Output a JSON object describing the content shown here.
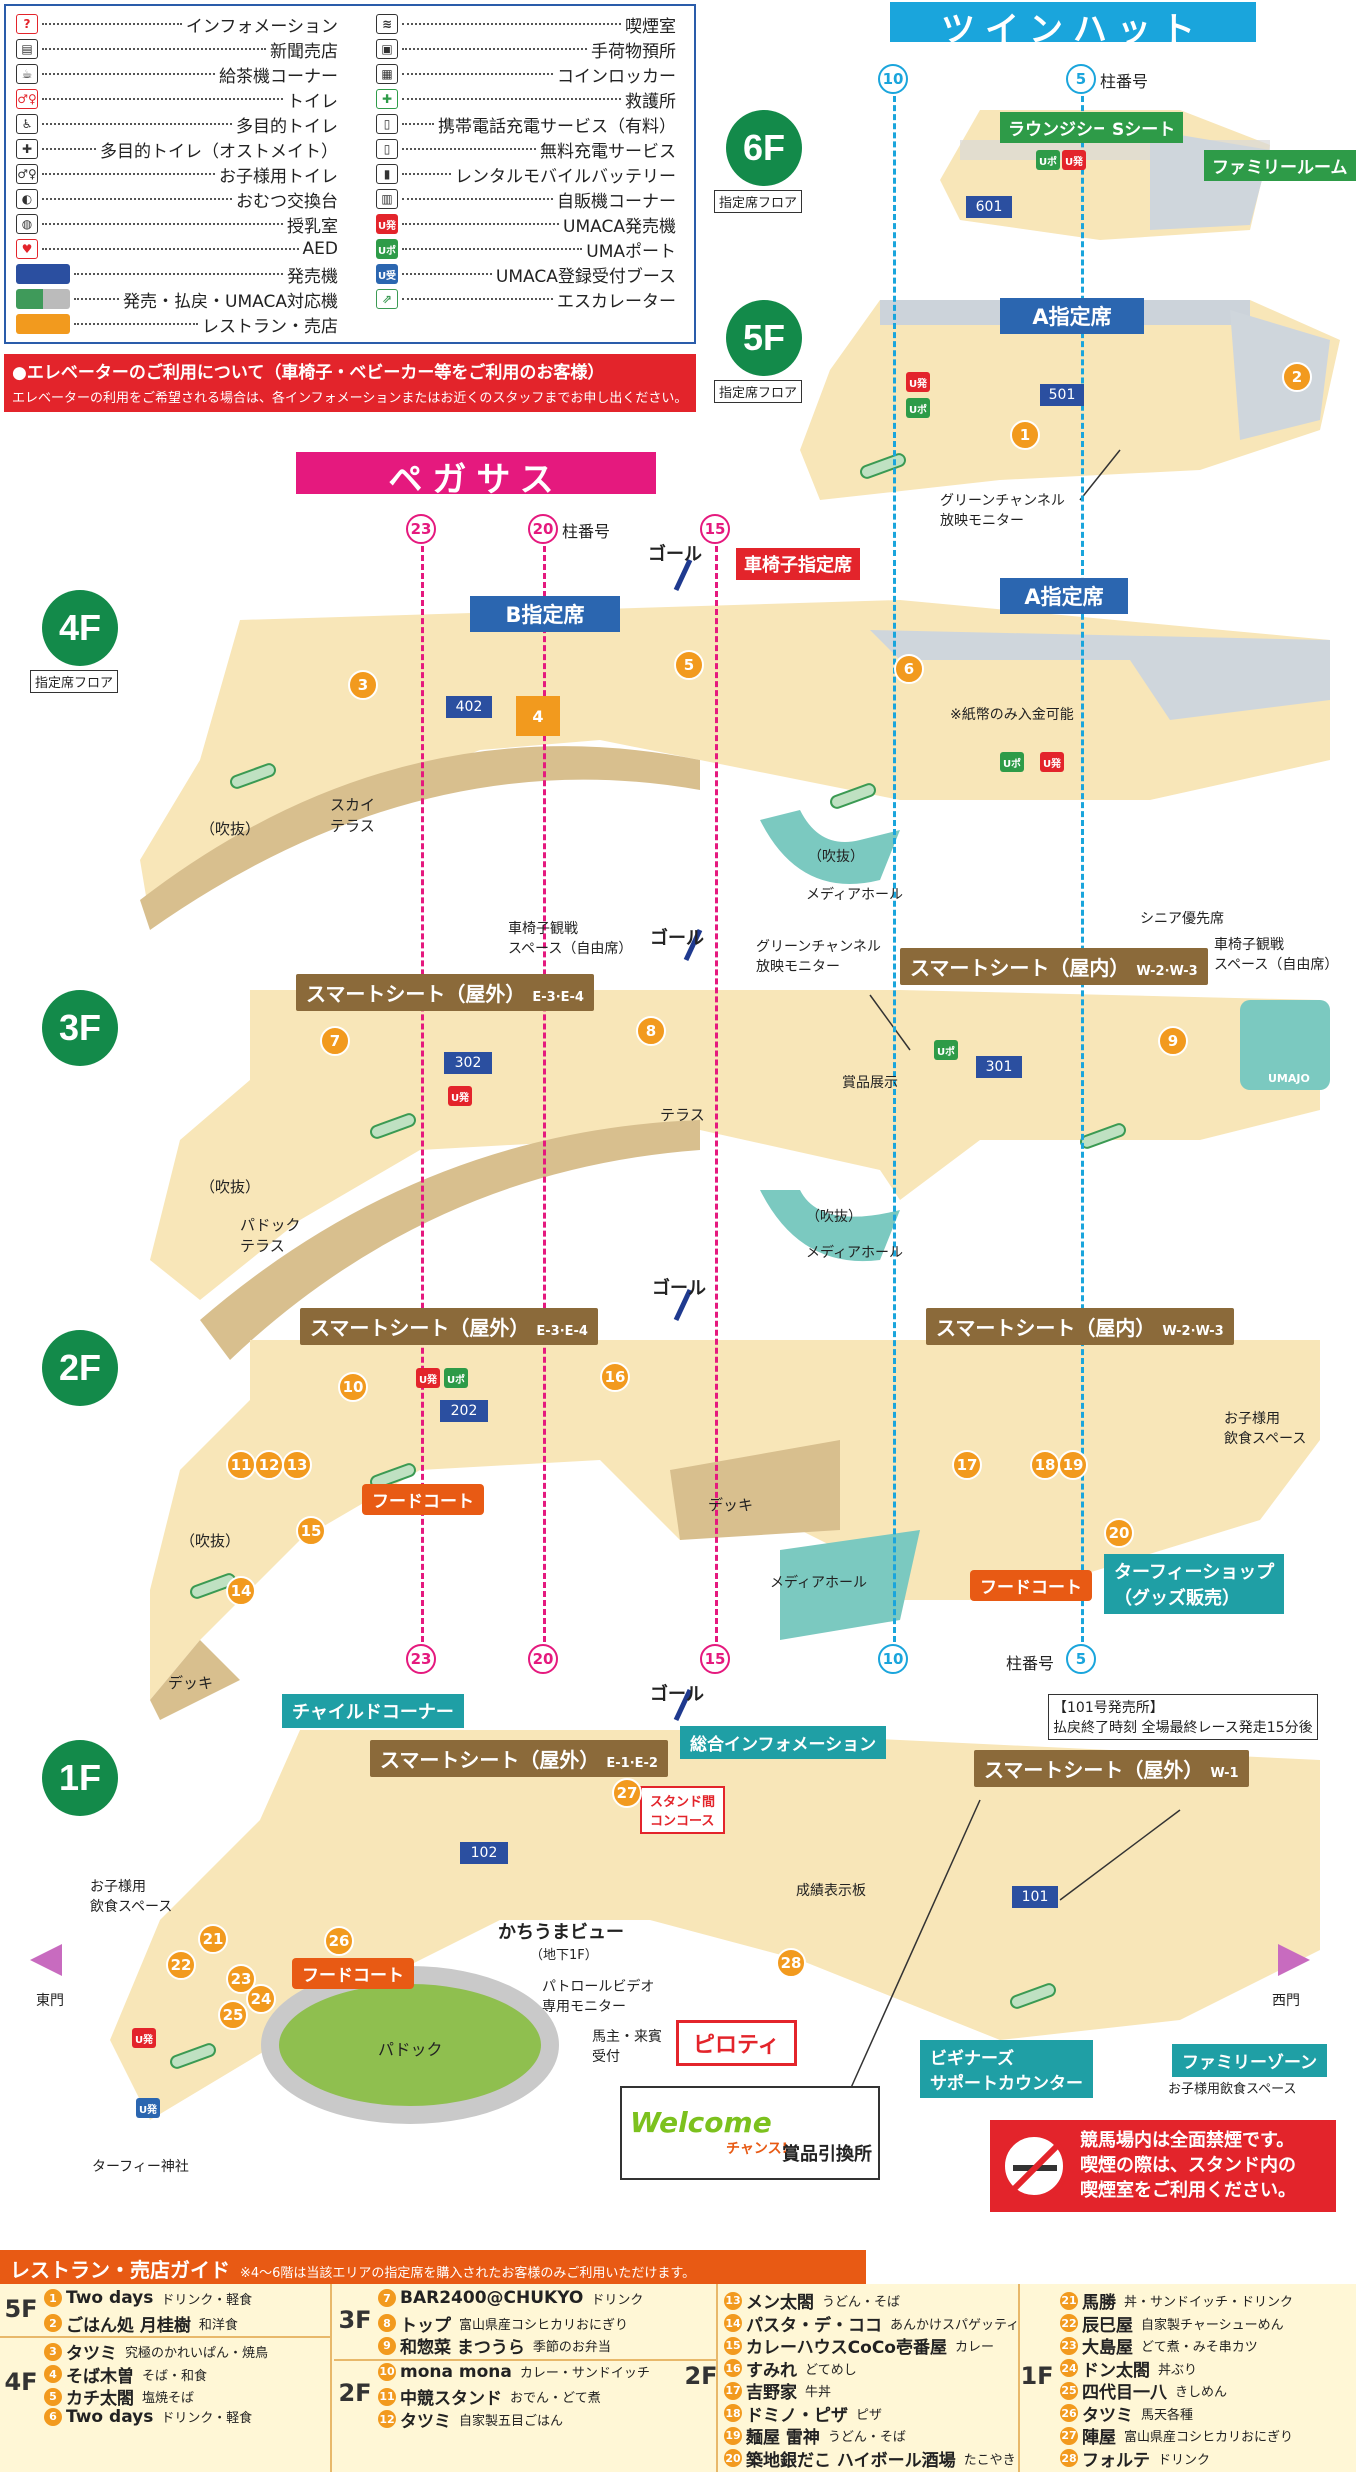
{
  "legend": {
    "left": [
      {
        "icon": "info-icon",
        "label": "インフォメーション"
      },
      {
        "icon": "newsstand-icon",
        "label": "新聞売店"
      },
      {
        "icon": "tea-icon",
        "label": "給茶機コーナー"
      },
      {
        "icon": "toilet-icon",
        "label": "トイレ"
      },
      {
        "icon": "wheelchair-icon",
        "label": "多目的トイレ"
      },
      {
        "icon": "ostomate-icon",
        "label": "多目的トイレ（オストメイト）"
      },
      {
        "icon": "kids-toilet-icon",
        "label": "お子様用トイレ"
      },
      {
        "icon": "diaper-icon",
        "label": "おむつ交換台"
      },
      {
        "icon": "nursing-icon",
        "label": "授乳室"
      },
      {
        "icon": "aed-icon",
        "label": "AED"
      },
      {
        "icon": "ticket-machine-swatch",
        "label": "発売機"
      },
      {
        "icon": "payout-swatch",
        "label": "発売・払戻・UMACA対応機"
      },
      {
        "icon": "restaurant-swatch",
        "label": "レストラン・売店"
      }
    ],
    "right": [
      {
        "icon": "smoking-icon",
        "label": "喫煙室"
      },
      {
        "icon": "baggage-icon",
        "label": "手荷物預所"
      },
      {
        "icon": "locker-icon",
        "label": "コインロッカー"
      },
      {
        "icon": "first-aid-icon",
        "label": "救護所"
      },
      {
        "icon": "charge-paid-icon",
        "label": "携帯電話充電サービス（有料）"
      },
      {
        "icon": "charge-free-icon",
        "label": "無料充電サービス"
      },
      {
        "icon": "battery-rental-icon",
        "label": "レンタルモバイルバッテリー"
      },
      {
        "icon": "vending-icon",
        "label": "自販機コーナー"
      },
      {
        "icon": "umaca-machine-icon",
        "label": "UMACA発売機"
      },
      {
        "icon": "uma-port-icon",
        "label": "UMAポート"
      },
      {
        "icon": "umaca-booth-icon",
        "label": "UMACA登録受付ブース"
      },
      {
        "icon": "escalator-icon",
        "label": "エスカレーター"
      }
    ],
    "colors": {
      "ticket": "#2b4fa0",
      "payout_a": "#3f9a5a",
      "payout_b": "#bbbbbb",
      "restaurant": "#f29a1e"
    }
  },
  "elevator_note": {
    "title": "●エレベーターのご利用について（車椅子・ベビーカー等をご利用のお客様）",
    "body": "エレベーターの利用をご希望される場合は、各インフォメーションまたはお近くのスタッフまでお申し出ください。"
  },
  "zones": {
    "twin": "ツインハット",
    "pegasus": "ペガサス"
  },
  "pillar_label": "柱番号",
  "pillars": {
    "p10": "10",
    "p5": "5",
    "p23": "23",
    "p20": "20",
    "p15": "15"
  },
  "floors": {
    "f6": {
      "badge": "6F",
      "sub": "指定席フロア",
      "rooms": [
        "ラウンジシート",
        "Sシート",
        "ファミリールーム"
      ],
      "machine": "601"
    },
    "f5": {
      "badge": "5F",
      "sub": "指定席フロア",
      "header": "A指定席",
      "machine": "501",
      "monitor": "グリーンチャンネル\n放映モニター",
      "shops": [
        "1",
        "2"
      ]
    },
    "f4": {
      "badge": "4F",
      "sub": "指定席フロア",
      "header_b": "B指定席",
      "header_a": "A指定席",
      "wheelchair": "車椅子指定席",
      "goal": "ゴール",
      "note": "※紙幣のみ入金可能",
      "sky": "スカイ\nテラス",
      "void": "（吹抜）",
      "media": "メディアホール",
      "machine": "402",
      "shops": [
        "3",
        "4",
        "5",
        "6"
      ]
    },
    "f3": {
      "badge": "3F",
      "smart_out": "スマートシート（屋外）",
      "smart_out_sub": "E-3·E-4",
      "smart_in": "スマートシート（屋内）",
      "smart_in_sub": "W-2·W-3",
      "goal": "ゴール",
      "wheel_space": "車椅子観戦\nスペース（自由席）",
      "wheel_space2": "車椅子観戦\nスペース（自由席）",
      "senior": "シニア優先席",
      "monitor": "グリーンチャンネル\n放映モニター",
      "prize": "賞品展示",
      "terrace": "テラス",
      "paddock_terrace": "パドック\nテラス",
      "void": "（吹抜）",
      "void2": "（吹抜）",
      "media": "メディアホール",
      "umajo": "UMAJO",
      "machines": [
        "302",
        "301"
      ],
      "shops": [
        "7",
        "8",
        "9"
      ]
    },
    "f2": {
      "badge": "2F",
      "smart_out": "スマートシート（屋外）",
      "smart_out_sub": "E-3·E-4",
      "smart_in": "スマートシート（屋内）",
      "smart_in_sub": "W-2·W-3",
      "goal": "ゴール",
      "food": "フードコート",
      "food2": "フードコート",
      "deck": "デッキ",
      "deck2": "デッキ",
      "void": "（吹抜）",
      "media": "メディアホール",
      "kids_food": "お子様用\n飲食スペース",
      "turfy": "ターフィーショップ\n（グッズ販売）",
      "machine": "202",
      "shops": [
        "10",
        "11",
        "12",
        "13",
        "14",
        "15",
        "16",
        "17",
        "18",
        "19",
        "20"
      ]
    },
    "f1": {
      "badge": "1F",
      "kids_corner": "チャイルドコーナー",
      "smart_out": "スマートシート（屋外）",
      "smart_out_sub": "E-1·E-2",
      "smart_w": "スマートシート（屋外）",
      "smart_w_sub": "W-1",
      "goal": "ゴール",
      "info": "総合インフォメーション",
      "stand": "スタンド間\nコンコース",
      "kachi": "かちうまビュー",
      "kachi_sub": "（地下1F）",
      "patrol": "パトロールビデオ\n専用モニター",
      "owner": "馬主・来賓\n受付",
      "piloti": "ピロティ",
      "results": "成績表示板",
      "kids_food": "お子様用\n飲食スペース",
      "food": "フードコート",
      "paddock": "パドック",
      "east": "東門",
      "west": "西門",
      "shrine": "ターフィー神社",
      "beginner": "ビギナーズ\nサポートカウンター",
      "family": "ファミリーゾーン",
      "family_sub": "お子様用飲食スペース",
      "sale101": "【101号発売所】\n払戻終了時刻 全場最終レース発走15分後",
      "welcome": "Welcome",
      "welcome_sub": "チャンス!",
      "prize": "賞品引換所",
      "machines": [
        "102",
        "101"
      ],
      "shops": [
        "21",
        "22",
        "23",
        "24",
        "25",
        "26",
        "27",
        "28"
      ]
    }
  },
  "nosmoke": {
    "text": "競馬場内は全面禁煙です。\n喫煙の際は、スタンド内の\n喫煙室をご利用ください。"
  },
  "guide": {
    "title": "レストラン・売店ガイド",
    "note": "※4～6階は当該エリアの指定席を購入されたお客様のみご利用いただけます。",
    "groups": [
      {
        "floor": "5F",
        "items": [
          {
            "n": "1",
            "name": "Two days",
            "desc": "ドリンク・軽食"
          },
          {
            "n": "2",
            "name": "ごはん処 月桂樹",
            "desc": "和洋食"
          }
        ]
      },
      {
        "floor": "4F",
        "items": [
          {
            "n": "3",
            "name": "タツミ",
            "desc": "究極のかれいぱん・焼鳥"
          },
          {
            "n": "4",
            "name": "そば木曽",
            "desc": "そば・和食"
          },
          {
            "n": "5",
            "name": "カチ太閤",
            "desc": "塩焼そば"
          },
          {
            "n": "6",
            "name": "Two days",
            "desc": "ドリンク・軽食"
          }
        ]
      },
      {
        "floor": "3F",
        "items": [
          {
            "n": "7",
            "name": "BAR2400@CHUKYO",
            "desc": "ドリンク"
          },
          {
            "n": "8",
            "name": "トップ",
            "desc": "富山県産コシヒカリおにぎり"
          },
          {
            "n": "9",
            "name": "和惣菜 まつうら",
            "desc": "季節のお弁当"
          }
        ]
      },
      {
        "floor": "2F",
        "items": [
          {
            "n": "10",
            "name": "mona mona",
            "desc": "カレー・サンドイッチ"
          },
          {
            "n": "11",
            "name": "中競スタンド",
            "desc": "おでん・どて煮"
          },
          {
            "n": "12",
            "name": "タツミ",
            "desc": "自家製五目ごはん"
          }
        ]
      },
      {
        "floor": "2F",
        "items": [
          {
            "n": "13",
            "name": "メン太閤",
            "desc": "うどん・そば"
          },
          {
            "n": "14",
            "name": "パスタ・デ・ココ",
            "desc": "あんかけスパゲッティ"
          },
          {
            "n": "15",
            "name": "カレーハウスCoCo壱番屋",
            "desc": "カレー"
          },
          {
            "n": "16",
            "name": "すみれ",
            "desc": "どてめし"
          },
          {
            "n": "17",
            "name": "吉野家",
            "desc": "牛丼"
          },
          {
            "n": "18",
            "name": "ドミノ・ピザ",
            "desc": "ピザ"
          },
          {
            "n": "19",
            "name": "麺屋 雷神",
            "desc": "うどん・そば"
          },
          {
            "n": "20",
            "name": "築地銀だこ ハイボール酒場",
            "desc": "たこやき"
          }
        ]
      },
      {
        "floor": "1F",
        "items": [
          {
            "n": "21",
            "name": "馬勝",
            "desc": "丼・サンドイッチ・ドリンク"
          },
          {
            "n": "22",
            "name": "辰巳屋",
            "desc": "自家製チャーシューめん"
          },
          {
            "n": "23",
            "name": "大島屋",
            "desc": "どて煮・みそ串カツ"
          },
          {
            "n": "24",
            "name": "ドン太閤",
            "desc": "丼ぶり"
          },
          {
            "n": "25",
            "name": "四代目一八",
            "desc": "きしめん"
          },
          {
            "n": "26",
            "name": "タツミ",
            "desc": "馬天各種"
          },
          {
            "n": "27",
            "name": "陣屋",
            "desc": "富山県産コシヒカリおにぎり"
          },
          {
            "n": "28",
            "name": "フォルテ",
            "desc": "ドリンク"
          }
        ]
      }
    ]
  },
  "badges": {
    "ur": "U発",
    "up": "Uポ"
  }
}
